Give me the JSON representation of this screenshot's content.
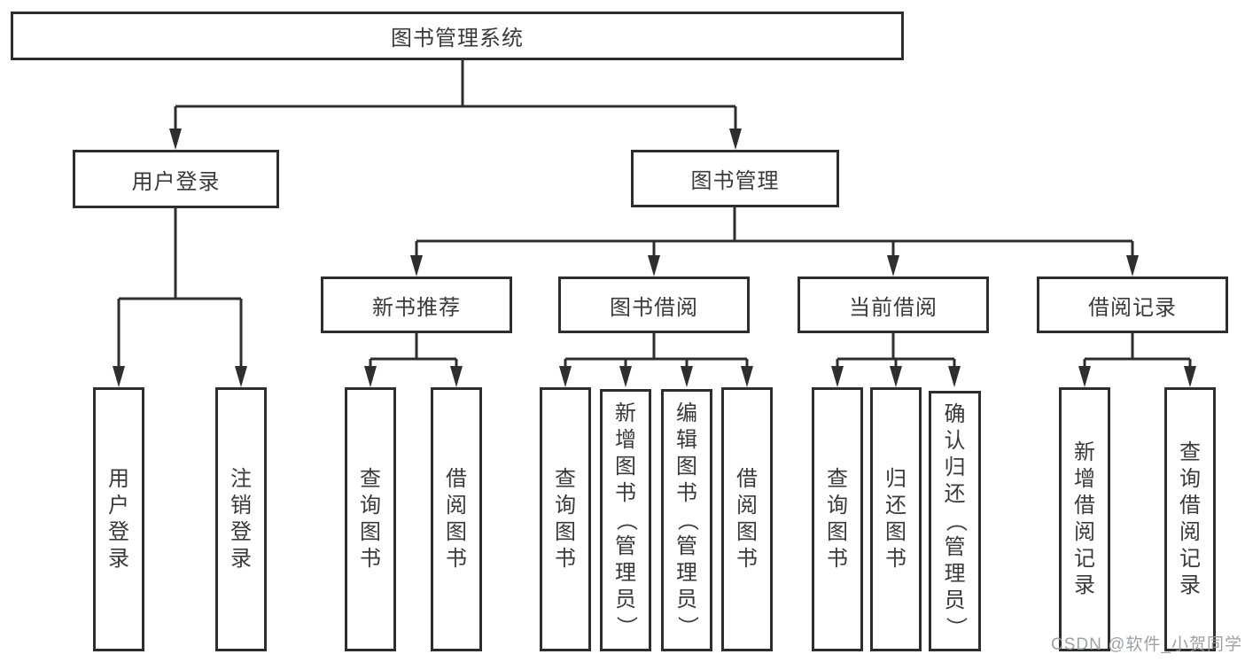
{
  "diagram": {
    "title": "图书管理系统",
    "root": {
      "label": "图书管理系统"
    },
    "branches": [
      {
        "label": "用户登录",
        "children": [
          {
            "label": "用户登录"
          },
          {
            "label": "注销登录"
          }
        ]
      },
      {
        "label": "图书管理",
        "children": [
          {
            "label": "新书推荐",
            "children": [
              {
                "label": "查询图书"
              },
              {
                "label": "借阅图书"
              }
            ]
          },
          {
            "label": "图书借阅",
            "children": [
              {
                "label": "查询图书"
              },
              {
                "label": "新增图书（管理员）"
              },
              {
                "label": "编辑图书（管理员）"
              },
              {
                "label": "借阅图书"
              }
            ]
          },
          {
            "label": "当前借阅",
            "children": [
              {
                "label": "查询图书"
              },
              {
                "label": "归还图书"
              },
              {
                "label": "确认归还（管理员）"
              }
            ]
          },
          {
            "label": "借阅记录",
            "children": [
              {
                "label": "新增借阅记录"
              },
              {
                "label": "查询借阅记录"
              }
            ]
          }
        ]
      }
    ],
    "colors": {
      "line": "#2e2e2e",
      "text": "#3a3a3a",
      "watermark": "#94999e"
    }
  },
  "watermark": {
    "text": "CSDN @软件_小贺同学"
  }
}
